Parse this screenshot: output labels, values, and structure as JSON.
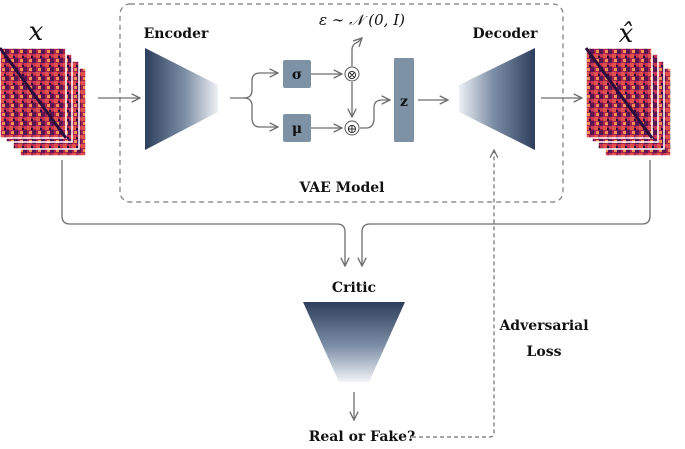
{
  "labels": {
    "x_input": "x",
    "x_hat": "x̂",
    "encoder": "Encoder",
    "decoder": "Decoder",
    "noise": "ε ∼ 𝒩 (0, I)",
    "sigma": "σ",
    "mu": "μ",
    "z": "z",
    "vae_model": "VAE Model",
    "critic": "Critic",
    "adversarial": "Adversarial",
    "loss": "Loss",
    "output": "Real or Fake?"
  },
  "ops": {
    "multiply": "⊗",
    "add": "⊕"
  },
  "colors": {
    "dark_navy": "#2d3e5c",
    "box_gray": "#7e92a6",
    "arrow": "#6e6e6e",
    "heat_dark": "#2a0f3e",
    "heat_mid": "#b32a56",
    "heat_light": "#f38a56"
  }
}
